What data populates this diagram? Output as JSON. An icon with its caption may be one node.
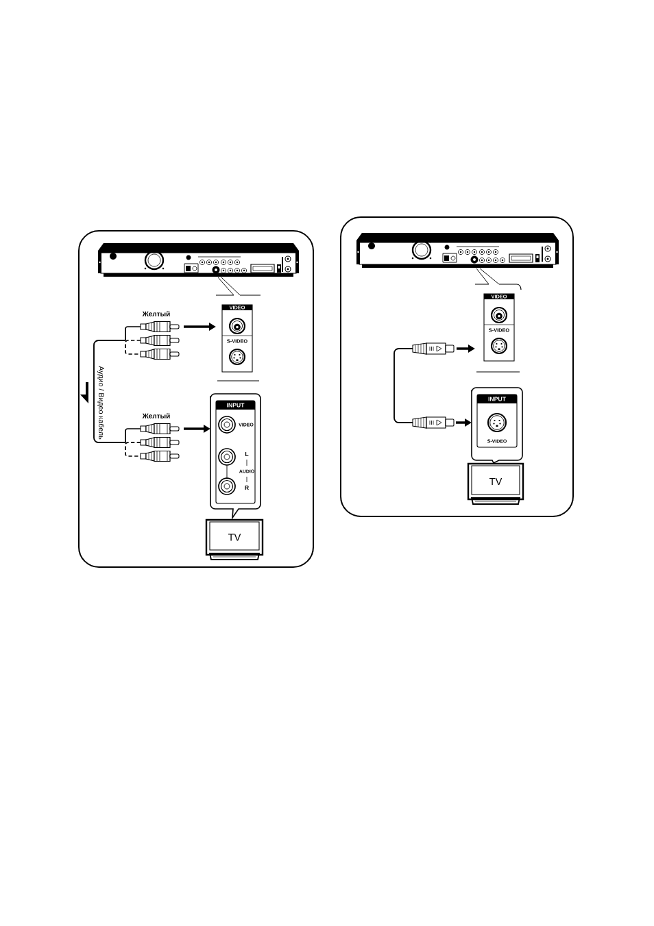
{
  "diagram": {
    "nodes": [
      {
        "text": [],
        "shape": "box"
      },
      {
        "text": [],
        "shape": "picture",
        "in": 0
      },
      {
        "text": [
          "VIDEO",
          "S-VIDEO"
        ],
        "in": 0
      },
      {
        "text": [],
        "shape": "picture",
        "in": 0,
        "beside": [
          "Желтый"
        ]
      },
      {
        "text": [],
        "shape": "picture",
        "in": 0,
        "beside": [
          "Желтый"
        ]
      },
      {
        "text": [
          "INPUT",
          "VIDEO",
          "L",
          "AUDIO",
          "R"
        ],
        "in": 0
      },
      {
        "text": [
          "TV"
        ],
        "in": 0
      },
      {
        "text": [],
        "shape": "box"
      },
      {
        "text": [],
        "shape": "picture",
        "in": 7
      },
      {
        "text": [
          "VIDEO",
          "S-VIDEO"
        ],
        "in": 7
      },
      {
        "text": [],
        "shape": "picture",
        "in": 7
      },
      {
        "text": [],
        "shape": "picture",
        "in": 7
      },
      {
        "text": [
          "INPUT",
          "S-VIDEO"
        ],
        "in": 7
      },
      {
        "text": [
          "TV"
        ],
        "in": 7
      }
    ],
    "edges": [
      {
        "from": 1,
        "to": 2,
        "arrow": "none"
      },
      {
        "from": 3,
        "to": 2,
        "arrow": "to"
      },
      {
        "from": 3,
        "to": 4,
        "arrow": "none",
        "label": "Аудио / Видео кабель"
      },
      {
        "from": 4,
        "to": 5,
        "arrow": "to"
      },
      {
        "from": 8,
        "to": 9,
        "arrow": "none"
      },
      {
        "from": 10,
        "to": 9,
        "arrow": "to"
      },
      {
        "from": 10,
        "to": 11,
        "arrow": "none"
      },
      {
        "from": 11,
        "to": 12,
        "arrow": "to"
      }
    ]
  }
}
